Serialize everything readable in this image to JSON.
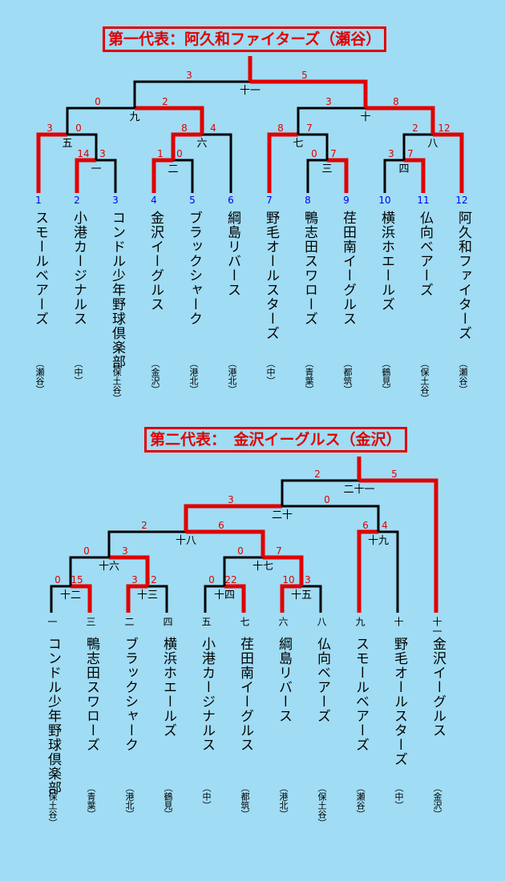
{
  "bracket1": {
    "title": "第一代表：阿久和ファイターズ（瀬谷）",
    "colors": {
      "win": "#e00000",
      "lose": "#000000",
      "score": "#e00000",
      "seed": "#0000ee"
    },
    "teams": [
      {
        "seed": "1",
        "name": "スモールベアーズ",
        "district": "（瀬谷）"
      },
      {
        "seed": "2",
        "name": "小港カージナルス",
        "district": "（中）"
      },
      {
        "seed": "3",
        "name": "コンドル少年野球倶楽部",
        "district": "（保土谷）"
      },
      {
        "seed": "4",
        "name": "金沢イーグルス",
        "district": "（金沢）"
      },
      {
        "seed": "5",
        "name": "ブラックシャーク",
        "district": "（港北）"
      },
      {
        "seed": "6",
        "name": "綱島リバース",
        "district": "（港北）"
      },
      {
        "seed": "7",
        "name": "野毛オールスターズ",
        "district": "（中）"
      },
      {
        "seed": "8",
        "name": "鴨志田スワローズ",
        "district": "（青葉）"
      },
      {
        "seed": "9",
        "name": "荏田南イーグルス",
        "district": "（都筑）"
      },
      {
        "seed": "10",
        "name": "横浜ホエールズ",
        "district": "（鶴見）"
      },
      {
        "seed": "11",
        "name": "仏向ベアーズ",
        "district": "（保土谷）"
      },
      {
        "seed": "12",
        "name": "阿久和ファイターズ",
        "district": "（瀬谷）"
      }
    ],
    "matches": [
      {
        "label": "一",
        "left_score": "14",
        "right_score": "3"
      },
      {
        "label": "二",
        "left_score": "1",
        "right_score": "0"
      },
      {
        "label": "三",
        "left_score": "0",
        "right_score": "7"
      },
      {
        "label": "四",
        "left_score": "3",
        "right_score": "7"
      },
      {
        "label": "五",
        "left_score": "3",
        "right_score": "0"
      },
      {
        "label": "六",
        "left_score": "8",
        "right_score": "4"
      },
      {
        "label": "七",
        "left_score": "8",
        "right_score": "7"
      },
      {
        "label": "八",
        "left_score": "2",
        "right_score": "12"
      },
      {
        "label": "九",
        "left_score": "0",
        "right_score": "2"
      },
      {
        "label": "十",
        "left_score": "3",
        "right_score": "8"
      },
      {
        "label": "十一",
        "left_score": "3",
        "right_score": "5"
      }
    ]
  },
  "bracket2": {
    "title": "第二代表：　金沢イーグルス（金沢）",
    "teams": [
      {
        "seed": "一",
        "name": "コンドル少年野球倶楽部",
        "district": "（保土谷）"
      },
      {
        "seed": "三",
        "name": "鴨志田スワローズ",
        "district": "（青葉）"
      },
      {
        "seed": "二",
        "name": "ブラックシャーク",
        "district": "（港北）"
      },
      {
        "seed": "四",
        "name": "横浜ホエールズ",
        "district": "（鶴見）"
      },
      {
        "seed": "五",
        "name": "小港カージナルス",
        "district": "（中）"
      },
      {
        "seed": "七",
        "name": "荏田南イーグルス",
        "district": "（都筑）"
      },
      {
        "seed": "六",
        "name": "綱島リバース",
        "district": "（港北）"
      },
      {
        "seed": "八",
        "name": "仏向ベアーズ",
        "district": "（保土谷）"
      },
      {
        "seed": "九",
        "name": "スモールベアーズ",
        "district": "（瀬谷）"
      },
      {
        "seed": "十",
        "name": "野毛オールスターズ",
        "district": "（中）"
      },
      {
        "seed": "十一",
        "name": "金沢イーグルス",
        "district": "（金沢）"
      }
    ],
    "matches": [
      {
        "label": "十二",
        "left_score": "0",
        "right_score": "15"
      },
      {
        "label": "十三",
        "left_score": "3",
        "right_score": "2"
      },
      {
        "label": "十四",
        "left_score": "0",
        "right_score": "22"
      },
      {
        "label": "十五",
        "left_score": "10",
        "right_score": "3"
      },
      {
        "label": "十六",
        "left_score": "0",
        "right_score": "3"
      },
      {
        "label": "十七",
        "left_score": "0",
        "right_score": "7"
      },
      {
        "label": "十八",
        "left_score": "2",
        "right_score": "6"
      },
      {
        "label": "十九",
        "left_score": "6",
        "right_score": "4"
      },
      {
        "label": "二十",
        "left_score": "3",
        "right_score": "0"
      },
      {
        "label": "二十一",
        "left_score": "2",
        "right_score": "5"
      }
    ]
  }
}
